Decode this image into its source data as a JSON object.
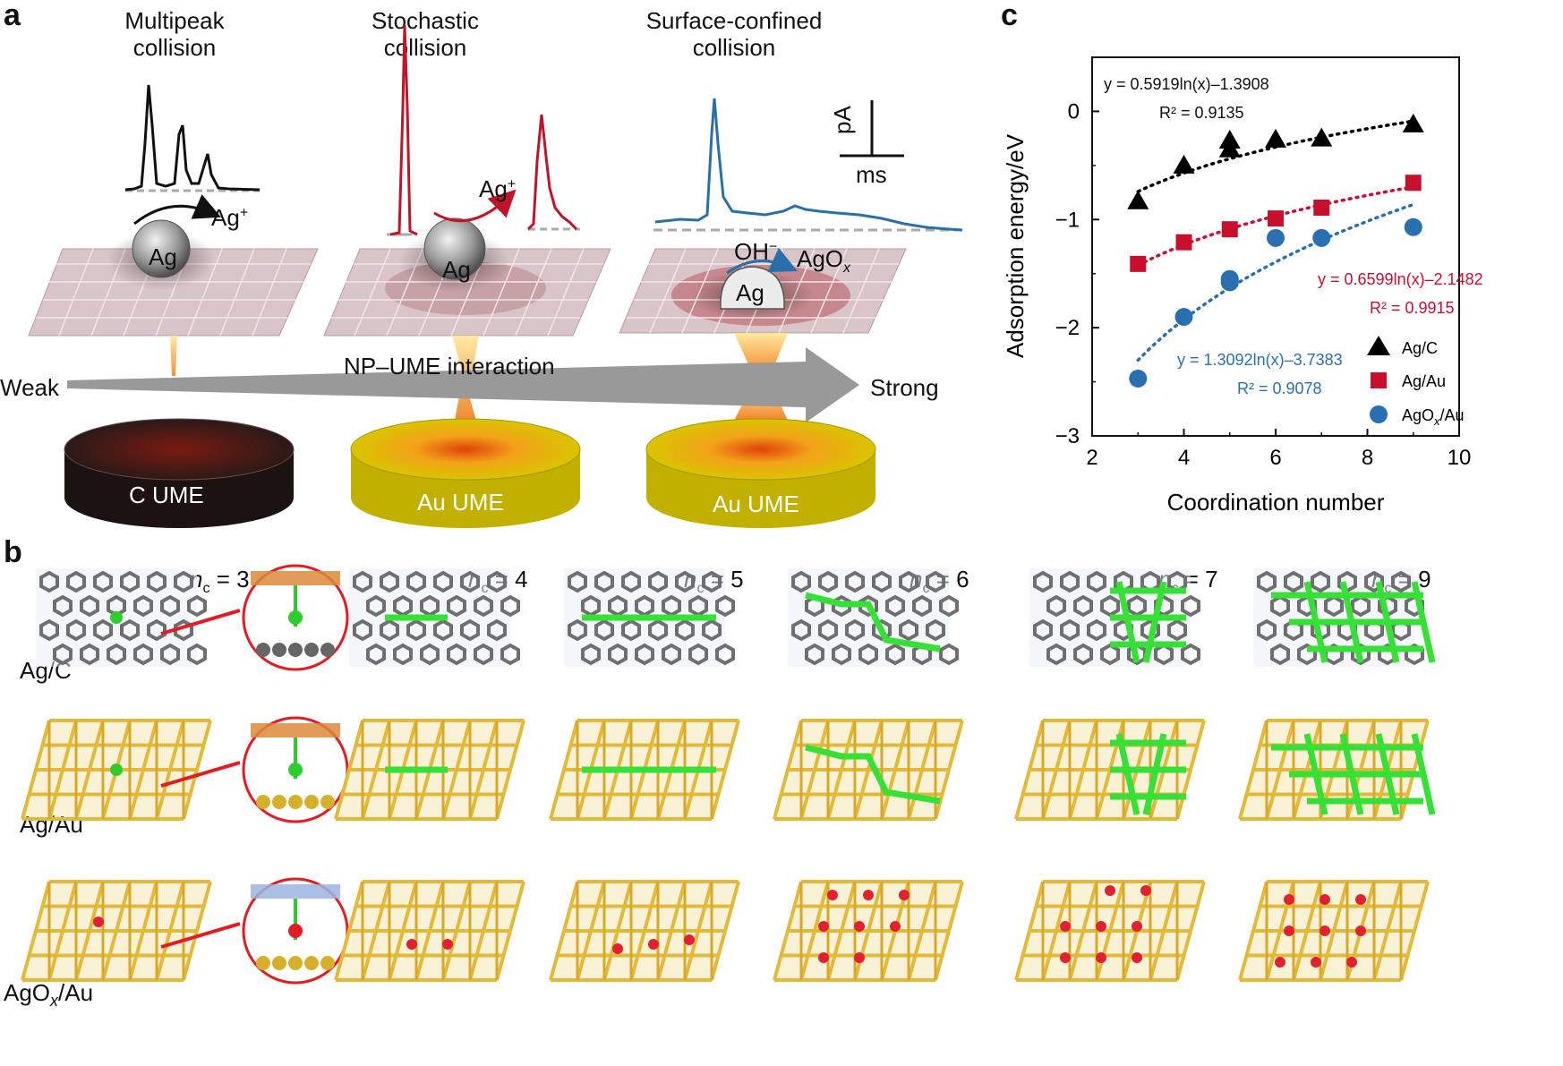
{
  "panel_a": {
    "letter": "a",
    "titles": [
      {
        "line1": "Multipeak",
        "line2": "collision"
      },
      {
        "line1": "Stochastic",
        "line2": "collision"
      },
      {
        "line1": "Surface-confined",
        "line2": "collision"
      }
    ],
    "ag_plus_1": "Ag",
    "ag_plus_2": "Ag",
    "plus_sup": "+",
    "particle_label": "Ag",
    "oh_label": "OH",
    "oh_sup": "−",
    "agox_label": "AgO",
    "agox_sub": "x",
    "scale_y": "pA",
    "scale_x": "ms",
    "arrow_label": "NP–UME interaction",
    "weak": "Weak",
    "strong": "Strong",
    "ume": [
      "C UME",
      "Au UME",
      "Au UME"
    ],
    "colors": {
      "black_trace": "#111111",
      "red_trace": "#c0142a",
      "blue_trace": "#2a6fa8",
      "gold": "#d8c400",
      "carbon": "#1c1212"
    }
  },
  "panel_b": {
    "letter": "b",
    "nc_symbol": "n",
    "nc_sub": "c",
    "nc_values": [
      "= 3",
      "= 4",
      "= 5",
      "= 6",
      "= 7",
      "= 9"
    ],
    "rows": [
      "Ag/C",
      "Ag/Au",
      "AgO"
    ],
    "row3_sub": "x",
    "row3_tail": "/Au"
  },
  "panel_c": {
    "letter": "c",
    "chart_data": {
      "type": "scatter",
      "xlabel": "Coordination number",
      "ylabel": "Adsorption energy/eV",
      "xlim": [
        2,
        10
      ],
      "ylim": [
        -3,
        0.5
      ],
      "xticks": [
        "2",
        "4",
        "6",
        "8",
        "10"
      ],
      "yticks": [
        "0",
        "−1",
        "−2",
        "−3"
      ],
      "legend_position": "bottom-right",
      "series": [
        {
          "name": "Ag/C",
          "marker": "triangle",
          "color": "#000000",
          "x": [
            3,
            4,
            5,
            5,
            6,
            7,
            9
          ],
          "y": [
            -0.83,
            -0.5,
            -0.27,
            -0.35,
            -0.26,
            -0.25,
            -0.12
          ],
          "fit": {
            "a": 0.5919,
            "b": -1.3908,
            "eq": "y = 0.5919ln(x)–1.3908",
            "r2": "R² = 0.9135"
          }
        },
        {
          "name": "Ag/Au",
          "marker": "square",
          "color": "#c8102e",
          "x": [
            3,
            4,
            5,
            6,
            7,
            9
          ],
          "y": [
            -1.41,
            -1.21,
            -1.09,
            -0.99,
            -0.89,
            -0.66
          ],
          "fit": {
            "a": 0.6599,
            "b": -2.1482,
            "eq": "y = 0.6599ln(x)–2.1482",
            "r2": "R² = 0.9915"
          }
        },
        {
          "name": "AgOx/Au",
          "marker": "circle",
          "color": "#2a70b0",
          "x": [
            3,
            4,
            5,
            5,
            6,
            7,
            9
          ],
          "y": [
            -2.47,
            -1.9,
            -1.55,
            -1.58,
            -1.17,
            -1.17,
            -1.07
          ],
          "fit": {
            "a": 1.3092,
            "b": -3.7383,
            "eq": "y = 1.3092ln(x)–3.7383",
            "r2": "R² = 0.9078"
          }
        }
      ]
    }
  }
}
